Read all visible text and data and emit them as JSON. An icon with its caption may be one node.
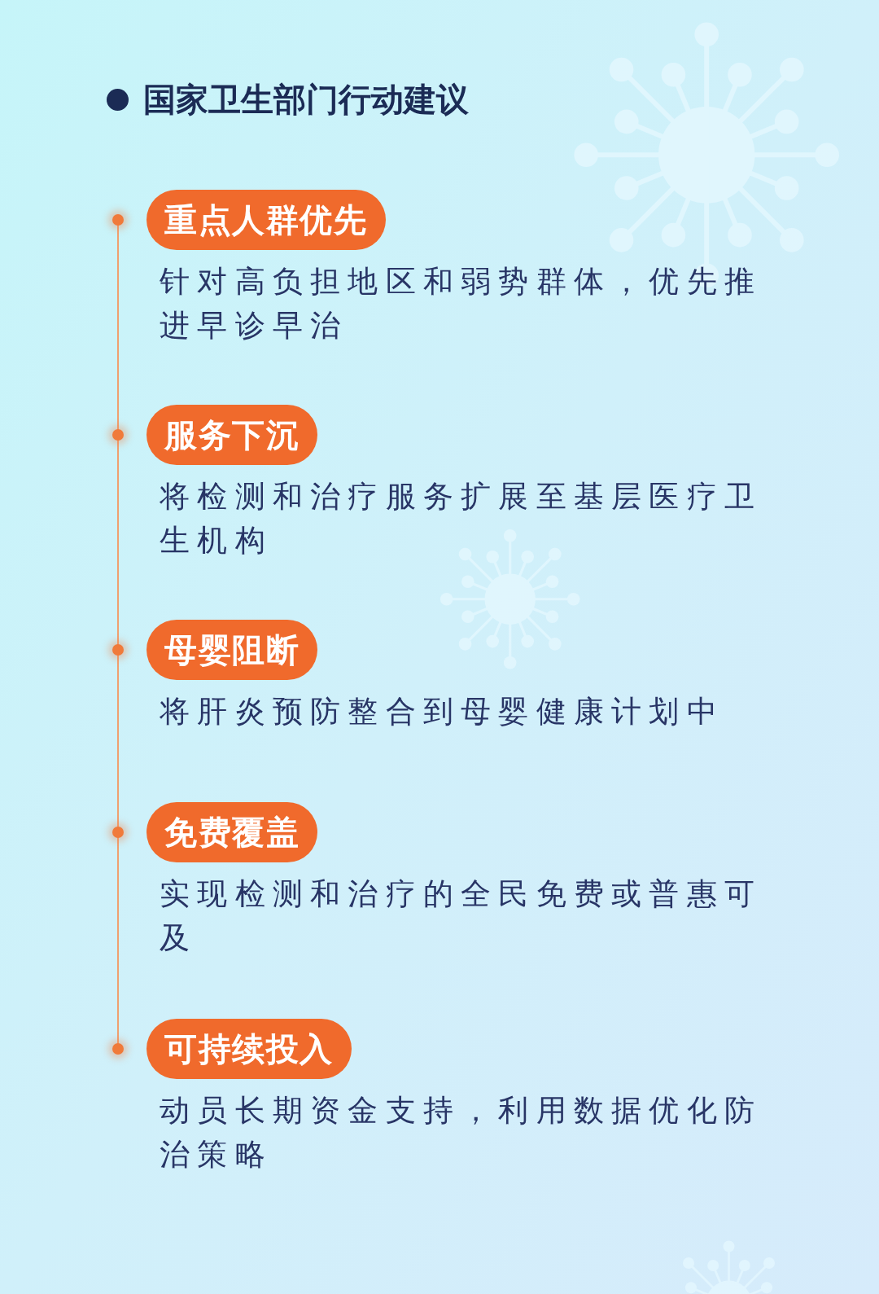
{
  "diagram": {
    "title": "国家卫生部门行动建议",
    "nodes": [
      {
        "text": [
          "重点人群优先"
        ],
        "beside": [
          "针对高负担地区和弱势群体，优先推进早诊早治"
        ]
      },
      {
        "text": [
          "服务下沉"
        ],
        "beside": [
          "将检测和治疗服务扩展至基层医疗卫生机构"
        ]
      },
      {
        "text": [
          "母婴阻断"
        ],
        "beside": [
          "将肝炎预防整合到母婴健康计划中"
        ]
      },
      {
        "text": [
          "免费覆盖"
        ],
        "beside": [
          "实现检测和治疗的全民免费或普惠可及"
        ]
      },
      {
        "text": [
          "可持续投入"
        ],
        "beside": [
          "动员长期资金支持，利用数据优化防治策略"
        ]
      }
    ]
  }
}
